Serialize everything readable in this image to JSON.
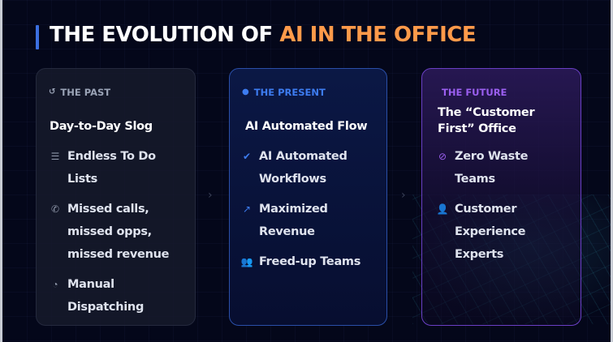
{
  "title": {
    "prefix": "THE EVOLUTION OF ",
    "accent": "AI IN THE OFFICE",
    "accent_color": "#ff9a4a"
  },
  "cards": [
    {
      "tag": "THE PAST",
      "tag_icon": "↺",
      "heading": "Day-to-Day Slog",
      "items": [
        {
          "icon": "☰",
          "text": "Endless To Do Lists"
        },
        {
          "icon": "✆",
          "text": "Missed calls, missed opps, missed revenue"
        },
        {
          "icon": "◔",
          "text": "Manual Dispatching"
        }
      ]
    },
    {
      "tag": "THE PRESENT",
      "tag_icon": "●",
      "heading": "AI Automated Flow",
      "items": [
        {
          "icon": "✔",
          "text": "AI Automated Workflows"
        },
        {
          "icon": "↗",
          "text": "Maximized Revenue"
        },
        {
          "icon": "👥",
          "text": "Freed-up Teams"
        }
      ]
    },
    {
      "tag": "THE FUTURE",
      "heading": "The “Customer First” Office",
      "items": [
        {
          "icon": "⊘",
          "text": "Zero Waste Teams"
        },
        {
          "icon": "👤",
          "text": "Customer Experience Experts"
        }
      ]
    }
  ],
  "arrows": [
    "›",
    "›"
  ],
  "colors": {
    "past": "#9aa3b6",
    "present": "#3d7cf0",
    "future": "#9b5ff0",
    "background": "#04071a"
  }
}
